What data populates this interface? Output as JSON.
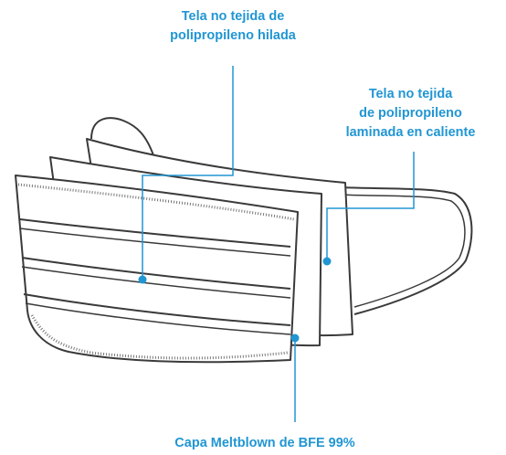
{
  "colors": {
    "accent": "#2196d3",
    "outline": "#3a3a3a"
  },
  "labels": {
    "top": {
      "line1": "Tela no tejida de",
      "line2": "polipropileno hilada"
    },
    "right": {
      "line1": "Tela no tejida",
      "line2": "de polipropileno",
      "line3": "laminada en caliente"
    },
    "bottom": {
      "line1": "Capa Meltblown de BFE 99%"
    }
  }
}
